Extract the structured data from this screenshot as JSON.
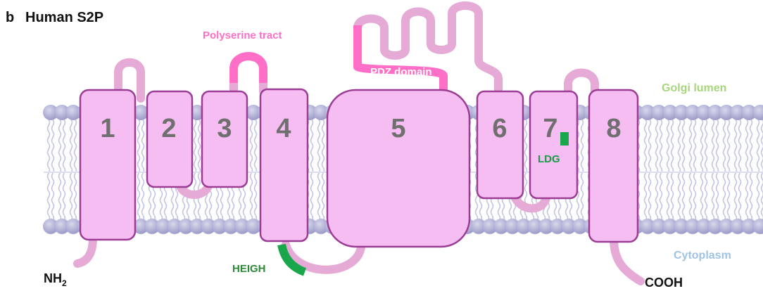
{
  "figure": {
    "panel_letter": "b",
    "title": "Human S2P"
  },
  "helices": [
    {
      "id": "1",
      "label": "1"
    },
    {
      "id": "2",
      "label": "2"
    },
    {
      "id": "3",
      "label": "3"
    },
    {
      "id": "4",
      "label": "4"
    },
    {
      "id": "5",
      "label": "5"
    },
    {
      "id": "6",
      "label": "6"
    },
    {
      "id": "7",
      "label": "7"
    },
    {
      "id": "8",
      "label": "8"
    }
  ],
  "labels": {
    "polyserine": "Polyserine tract",
    "pdz": "PDZ domain",
    "heigh": "HEIGH",
    "ldg": "LDG",
    "golgi_lumen": "Golgi lumen",
    "cytoplasm": "Cytoplasm",
    "n_terminus": "NH",
    "n_terminus_sub": "2",
    "c_terminus": "COOH"
  },
  "colors": {
    "helix_fill": "#f6bdf2",
    "helix_stroke": "#9c3d95",
    "loop": "#e5aad6",
    "highlight_pink": "#ff6fc7",
    "motif_green": "#1aa64a",
    "lipid_head": "#b4b4d6",
    "lipid_tail": "#c9c9e6",
    "lumen_text": "#a8d67c",
    "cytoplasm_text": "#9fc3e6"
  }
}
